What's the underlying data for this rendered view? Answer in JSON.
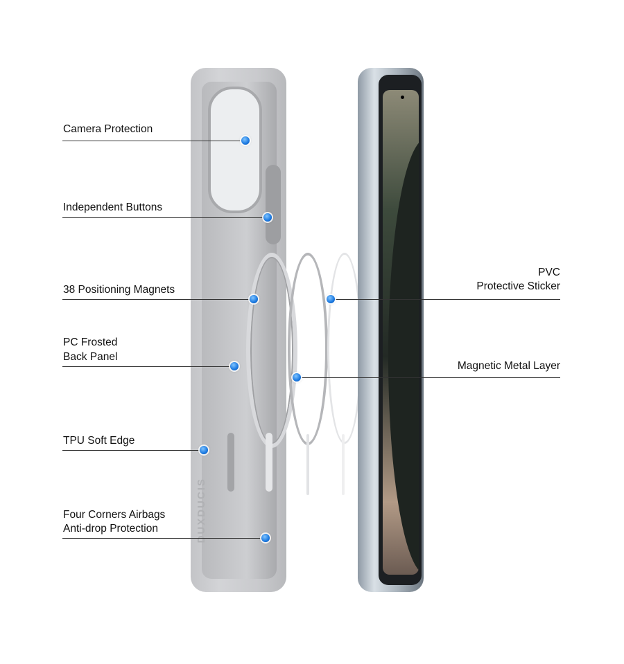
{
  "logo_text": "DUXDUCIS",
  "callouts_left": [
    {
      "lines": [
        "Camera Protection"
      ]
    },
    {
      "lines": [
        "Independent Buttons"
      ]
    },
    {
      "lines": [
        "38 Positioning Magnets"
      ]
    },
    {
      "lines": [
        "PC Frosted",
        "Back Panel"
      ]
    },
    {
      "lines": [
        "TPU Soft Edge"
      ]
    },
    {
      "lines": [
        "Four Corners Airbags",
        "Anti-drop Protection"
      ]
    }
  ],
  "callouts_right": [
    {
      "lines": [
        "PVC",
        "Protective Sticker"
      ]
    },
    {
      "lines": [
        "Magnetic Metal Layer"
      ]
    }
  ],
  "colors": {
    "dot": "#1a78e0",
    "case": "#c8c9cc",
    "line": "#333333"
  }
}
